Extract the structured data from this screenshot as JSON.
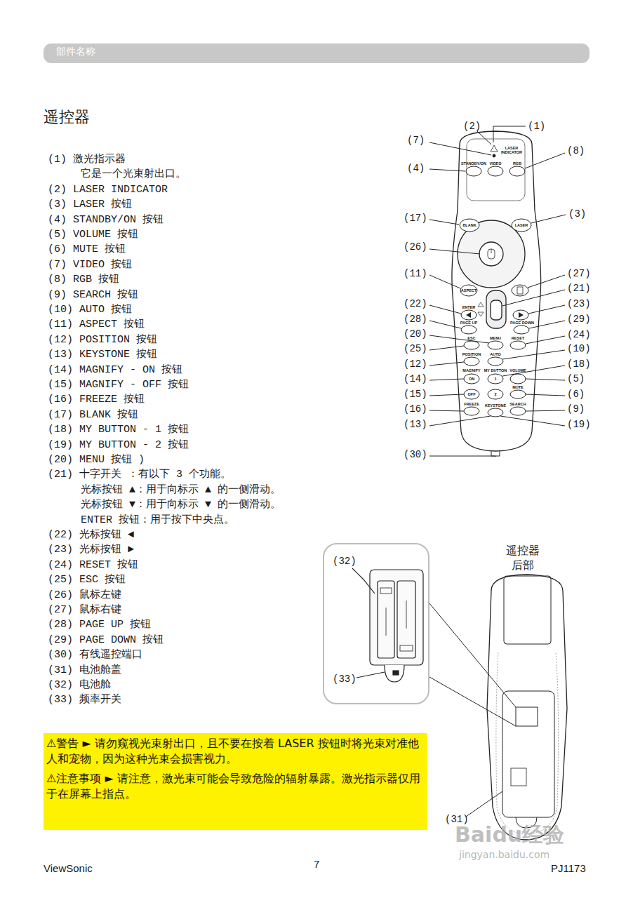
{
  "diagram": {
    "title": "遥控器",
    "nodes": [
      {
        "text": [
          "部件名称"
        ]
      },
      {
        "text": [
          "(32)",
          "(33)"
        ]
      },
      {
        "text": [
          "⚠警告 ► 请勿窥视光束射出口，且不要在按着 LASER 按钮时将光束对准他人和宠物，因为这种光束会损害视力。",
          "⚠注意事项 ► 请注意，激光束可能会导致危险的辐射暴露。激光指示器仅用于在屏幕上指点。"
        ]
      }
    ],
    "labels": [
      "(1) 激光指示器",
      "它是一个光束射出口。",
      "(2) LASER INDICATOR",
      "(3) LASER 按钮",
      "(4) STANDBY/ON 按钮",
      "(5) VOLUME 按钮",
      "(6) MUTE 按钮",
      "(7) VIDEO 按钮",
      "(8) RGB 按钮",
      "(9) SEARCH 按钮",
      "(10) AUTO 按钮",
      "(11) ASPECT 按钮",
      "(12) POSITION 按钮",
      "(13) KEYSTONE 按钮",
      "(14) MAGNIFY - ON 按钮",
      "(15) MAGNIFY - OFF 按钮",
      "(16) FREEZE 按钮",
      "(17) BLANK 按钮",
      "(18) MY BUTTON - 1 按钮",
      "(19) MY BUTTON - 2 按钮",
      "(20) MENU 按钮 )",
      "(21) 十字开关 ：有以下 3 个功能。",
      "光标按钮 ▲：用于向标示 ▲ 的一侧滑动。",
      "光标按钮 ▼：用于向标示 ▼ 的一侧滑动。",
      "ENTER 按钮：用于按下中央点。",
      "(22) 光标按钮 ◄",
      "(23) 光标按钮 ►",
      "(24) RESET 按钮",
      "(25) ESC 按钮",
      "(26) 鼠标左键",
      "(27) 鼠标右键",
      "(28) PAGE UP 按钮",
      "(29) PAGE DOWN 按钮",
      "(30) 有线遥控端口",
      "(31) 电池舱盖",
      "(32) 电池舱",
      "(33) 频率开关",
      "(2)",
      "(1)",
      "(7)",
      "(8)",
      "(4)",
      "(17)",
      "(3)",
      "(26)",
      "(11)",
      "(27)",
      "(21)",
      "(22)",
      "(23)",
      "(28)",
      "(29)",
      "(20)",
      "(24)",
      "(25)",
      "(10)",
      "(12)",
      "(18)",
      "(14)",
      "(5)",
      "(15)",
      "(6)",
      "(16)",
      "(9)",
      "(13)",
      "(19)",
      "(30)",
      "(31)",
      "LASER INDICATOR",
      "STANDBY/ON",
      "VIDEO",
      "RGB",
      "BLANK",
      "LASER",
      "ASPECT",
      "ENTER",
      "PAGE UP",
      "PAGE DOWN",
      "ESC",
      "MENU",
      "RESET",
      "POSITION",
      "AUTO",
      "MAGNIFY",
      "ON",
      "MY BUTTON",
      "1",
      "VOLUME",
      "OFF",
      "2",
      "MUTE",
      "FREEZE",
      "KEYSTONE",
      "SEARCH",
      "遥控器 后部",
      "ViewSonic",
      "7",
      "PJ1173",
      "Baidu经验",
      "jingyan.baidu.com"
    ]
  }
}
